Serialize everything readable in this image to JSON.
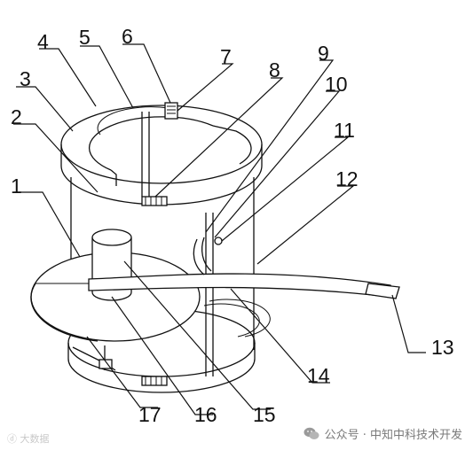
{
  "diagram": {
    "part_numbers": [
      "1",
      "2",
      "3",
      "4",
      "5",
      "6",
      "7",
      "8",
      "9",
      "10",
      "11",
      "12",
      "13",
      "14",
      "15",
      "16",
      "17"
    ]
  },
  "watermarks": {
    "left": "ⓓ 大数据",
    "right": "公众号 · 中知中科技术开发"
  },
  "icons": {
    "watermark_logo": "wechat-icon"
  }
}
